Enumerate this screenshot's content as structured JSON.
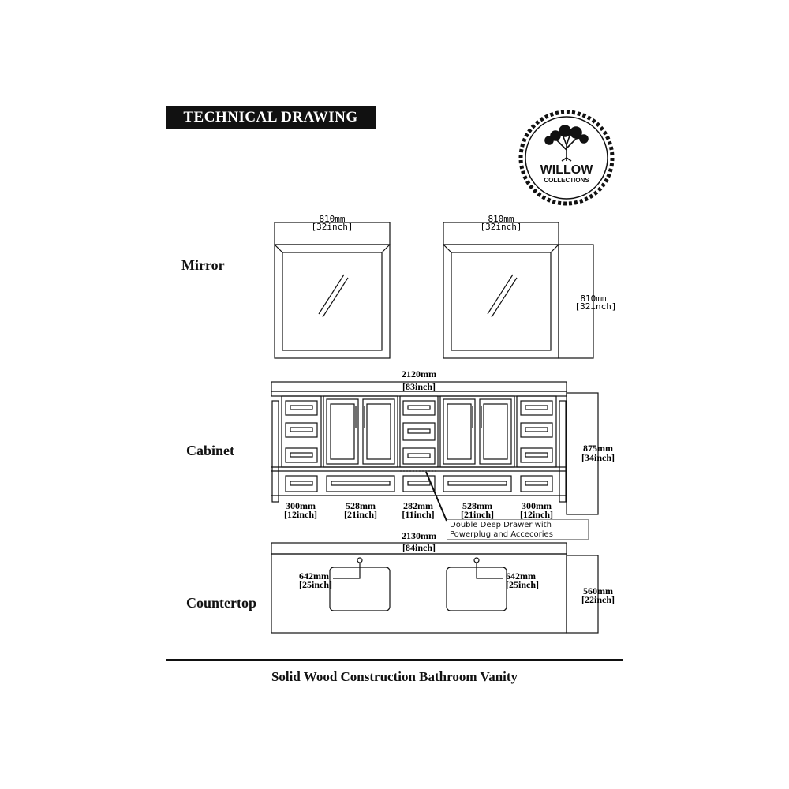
{
  "header": {
    "title": "TECHNICAL DRAWING"
  },
  "logo": {
    "name": "WILLOW",
    "sub": "COLLECTIONS"
  },
  "labels": {
    "mirror": "Mirror",
    "cabinet": "Cabinet",
    "countertop": "Countertop"
  },
  "mirror": {
    "left_width_mm": "810mm",
    "left_width_in": "[32inch]",
    "right_width_mm": "810mm",
    "right_width_in": "[32inch]",
    "height_mm": "810mm",
    "height_in": "[32inch]"
  },
  "cabinet": {
    "width_mm": "2120mm",
    "width_in": "[83inch]",
    "height_mm": "875mm",
    "height_in": "[34inch]",
    "sections": [
      {
        "mm": "300mm",
        "in": "[12inch]"
      },
      {
        "mm": "528mm",
        "in": "[21inch]"
      },
      {
        "mm": "282mm",
        "in": "[11inch]"
      },
      {
        "mm": "528mm",
        "in": "[21inch]"
      },
      {
        "mm": "300mm",
        "in": "[12inch]"
      }
    ],
    "callout": "Double Deep Drawer with Powerplug and Accecories"
  },
  "countertop": {
    "width_mm": "2130mm",
    "width_in": "[84inch]",
    "depth_mm": "560mm",
    "depth_in": "[22inch]",
    "left_sink_mm": "642mm",
    "left_sink_in": "[25inch]",
    "right_sink_mm": "642mm",
    "right_sink_in": "[25inch]"
  },
  "caption": "Solid Wood Construction Bathroom Vanity"
}
